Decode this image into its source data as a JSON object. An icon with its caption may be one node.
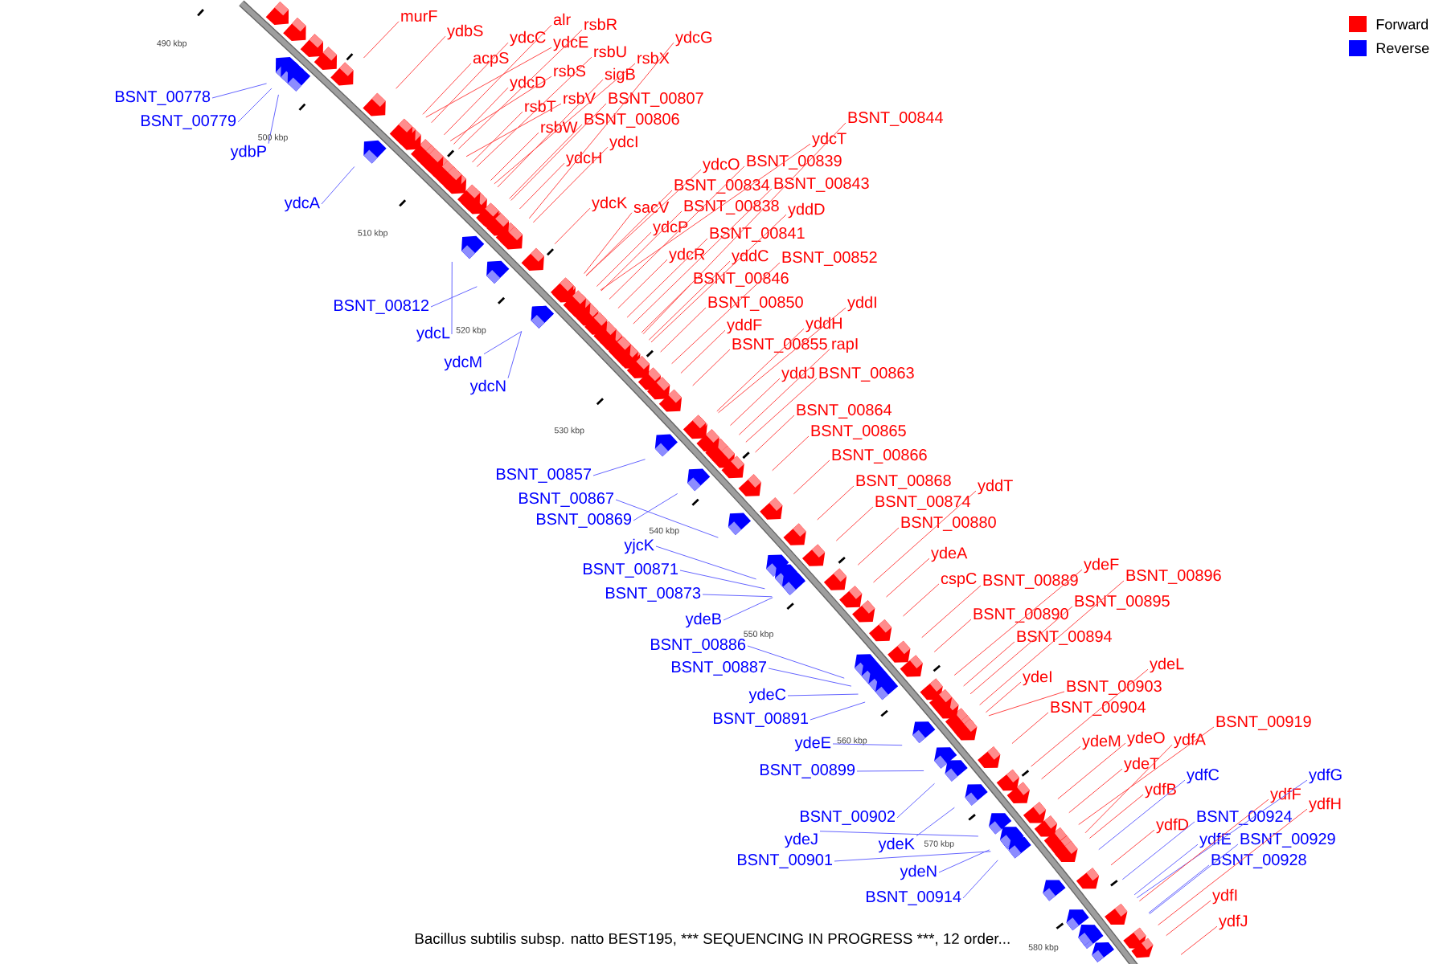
{
  "diagram": {
    "caption": "Bacillus subtilis subsp. natto BEST195, *** SEQUENCING IN PROGRESS ***, 12 order...",
    "nodes": [
      {
        "text": [
          "murF"
        ]
      },
      {
        "text": [
          "alr"
        ]
      },
      {
        "text": [
          "rsbR"
        ]
      },
      {
        "text": [
          "ydbS"
        ]
      },
      {
        "text": [
          "ydcC"
        ]
      },
      {
        "text": [
          "ydcG"
        ]
      },
      {
        "text": [
          "ydcE"
        ]
      },
      {
        "text": [
          "rsbU"
        ]
      },
      {
        "text": [
          "rsbX"
        ]
      },
      {
        "text": [
          "acpS"
        ]
      },
      {
        "text": [
          "rsbS"
        ]
      },
      {
        "text": [
          "sigB"
        ]
      },
      {
        "text": [
          "ydcD"
        ]
      },
      {
        "text": [
          "BSNT_00778"
        ]
      },
      {
        "text": [
          "rsbV"
        ]
      },
      {
        "text": [
          "BSNT_00807"
        ]
      },
      {
        "text": [
          "rsbT"
        ]
      },
      {
        "text": [
          "BSNT_00844"
        ]
      },
      {
        "text": [
          "BSNT_00806"
        ]
      },
      {
        "text": [
          "BSNT_00779"
        ]
      },
      {
        "text": [
          "rsbW"
        ]
      },
      {
        "text": [
          "ydcT"
        ]
      },
      {
        "text": [
          "ydcI"
        ]
      },
      {
        "text": [
          "ydbP"
        ]
      },
      {
        "text": [
          "ydcH"
        ]
      },
      {
        "text": [
          "BSNT_00839"
        ]
      },
      {
        "text": [
          "ydcO"
        ]
      },
      {
        "text": [
          "BSNT_00843"
        ]
      },
      {
        "text": [
          "BSNT_00834"
        ]
      },
      {
        "text": [
          "ydcK"
        ]
      },
      {
        "text": [
          "ydcA"
        ]
      },
      {
        "text": [
          "sacV"
        ]
      },
      {
        "text": [
          "BSNT_00838"
        ]
      },
      {
        "text": [
          "yddD"
        ]
      },
      {
        "text": [
          "ydcP"
        ]
      },
      {
        "text": [
          "BSNT_00841"
        ]
      },
      {
        "text": [
          "ydcR"
        ]
      },
      {
        "text": [
          "yddC"
        ]
      },
      {
        "text": [
          "BSNT_00852"
        ]
      },
      {
        "text": [
          "BSNT_00846"
        ]
      },
      {
        "text": [
          "BSNT_00850"
        ]
      },
      {
        "text": [
          "yddI"
        ]
      },
      {
        "text": [
          "BSNT_00812"
        ]
      },
      {
        "text": [
          "yddH"
        ]
      },
      {
        "text": [
          "yddF"
        ]
      },
      {
        "text": [
          "ydcL"
        ]
      },
      {
        "text": [
          "BSNT_00855"
        ]
      },
      {
        "text": [
          "rapI"
        ]
      },
      {
        "text": [
          "ydcM"
        ]
      },
      {
        "text": [
          "yddJ"
        ]
      },
      {
        "text": [
          "BSNT_00863"
        ]
      },
      {
        "text": [
          "ydcN"
        ]
      },
      {
        "text": [
          "BSNT_00864"
        ]
      },
      {
        "text": [
          "BSNT_00865"
        ]
      },
      {
        "text": [
          "BSNT_00866"
        ]
      },
      {
        "text": [
          "BSNT_00857"
        ]
      },
      {
        "text": [
          "BSNT_00868"
        ]
      },
      {
        "text": [
          "yddT"
        ]
      },
      {
        "text": [
          "BSNT_00867"
        ]
      },
      {
        "text": [
          "BSNT_00874"
        ]
      },
      {
        "text": [
          "BSNT_00869"
        ]
      },
      {
        "text": [
          "BSNT_00880"
        ]
      },
      {
        "text": [
          "yjcK"
        ]
      },
      {
        "text": [
          "ydeA"
        ]
      },
      {
        "text": [
          "ydeF"
        ]
      },
      {
        "text": [
          "BSNT_00871"
        ]
      },
      {
        "text": [
          "BSNT_00896"
        ]
      },
      {
        "text": [
          "cspC"
        ]
      },
      {
        "text": [
          "BSNT_00889"
        ]
      },
      {
        "text": [
          "BSNT_00873"
        ]
      },
      {
        "text": [
          "BSNT_00895"
        ]
      },
      {
        "text": [
          "BSNT_00890"
        ]
      },
      {
        "text": [
          "ydeB"
        ]
      },
      {
        "text": [
          "BSNT_00894"
        ]
      },
      {
        "text": [
          "BSNT_00886"
        ]
      },
      {
        "text": [
          "ydeL"
        ]
      },
      {
        "text": [
          "BSNT_00887"
        ]
      },
      {
        "text": [
          "ydeI"
        ]
      },
      {
        "text": [
          "BSNT_00903"
        ]
      },
      {
        "text": [
          "ydeC"
        ]
      },
      {
        "text": [
          "BSNT_00904"
        ]
      },
      {
        "text": [
          "BSNT_00891"
        ]
      },
      {
        "text": [
          "BSNT_00919"
        ]
      },
      {
        "text": [
          "ydeO"
        ]
      },
      {
        "text": [
          "ydfA"
        ]
      },
      {
        "text": [
          "ydeM"
        ]
      },
      {
        "text": [
          "ydeE"
        ]
      },
      {
        "text": [
          "ydeT"
        ]
      },
      {
        "text": [
          "BSNT_00899"
        ]
      },
      {
        "text": [
          "ydfC"
        ]
      },
      {
        "text": [
          "ydfG"
        ]
      },
      {
        "text": [
          "ydfB"
        ]
      },
      {
        "text": [
          "ydfF"
        ]
      },
      {
        "text": [
          "ydfH"
        ]
      },
      {
        "text": [
          "BSNT_00902"
        ]
      },
      {
        "text": [
          "BSNT_00924"
        ]
      },
      {
        "text": [
          "ydfD"
        ]
      },
      {
        "text": [
          "ydeJ"
        ]
      },
      {
        "text": [
          "ydfE"
        ]
      },
      {
        "text": [
          "BSNT_00929"
        ]
      },
      {
        "text": [
          "ydeK"
        ]
      },
      {
        "text": [
          "BSNT_00928"
        ]
      },
      {
        "text": [
          "BSNT_00901"
        ]
      },
      {
        "text": [
          "ydeN"
        ]
      },
      {
        "text": [
          "ydfI"
        ]
      },
      {
        "text": [
          "BSNT_00914"
        ]
      },
      {
        "text": [
          "ydfJ"
        ]
      }
    ],
    "edges": [
      {
        "from": 0,
        "to": null,
        "arrow": "none"
      },
      {
        "from": 1,
        "to": null,
        "arrow": "none"
      },
      {
        "from": 2,
        "to": null,
        "arrow": "none"
      },
      {
        "from": 3,
        "to": null,
        "arrow": "none"
      },
      {
        "from": 4,
        "to": null,
        "arrow": "none"
      },
      {
        "from": 5,
        "to": null,
        "arrow": "none"
      },
      {
        "from": 6,
        "to": null,
        "arrow": "none"
      },
      {
        "from": 7,
        "to": null,
        "arrow": "none"
      },
      {
        "from": 8,
        "to": null,
        "arrow": "none"
      },
      {
        "from": 9,
        "to": null,
        "arrow": "none"
      },
      {
        "from": 10,
        "to": null,
        "arrow": "none"
      },
      {
        "from": 11,
        "to": null,
        "arrow": "none"
      },
      {
        "from": 12,
        "to": null,
        "arrow": "none"
      },
      {
        "from": 13,
        "to": null,
        "arrow": "none",
        "color": "#6464ff"
      },
      {
        "from": 14,
        "to": null,
        "arrow": "none"
      },
      {
        "from": 15,
        "to": null,
        "arrow": "none"
      },
      {
        "from": 16,
        "to": null,
        "arrow": "none"
      },
      {
        "from": 17,
        "to": null,
        "arrow": "none"
      },
      {
        "from": 18,
        "to": null,
        "arrow": "none"
      },
      {
        "from": 19,
        "to": null,
        "arrow": "none",
        "color": "#6464ff"
      },
      {
        "from": 20,
        "to": null,
        "arrow": "none"
      },
      {
        "from": 21,
        "to": null,
        "arrow": "none"
      },
      {
        "from": 22,
        "to": null,
        "arrow": "none"
      },
      {
        "from": 23,
        "to": null,
        "arrow": "none",
        "color": "#6464ff"
      },
      {
        "from": 24,
        "to": null,
        "arrow": "none"
      },
      {
        "from": 25,
        "to": null,
        "arrow": "none"
      },
      {
        "from": 26,
        "to": null,
        "arrow": "none"
      },
      {
        "from": 27,
        "to": null,
        "arrow": "none"
      },
      {
        "from": 28,
        "to": null,
        "arrow": "none"
      },
      {
        "from": 29,
        "to": null,
        "arrow": "none"
      },
      {
        "from": 30,
        "to": null,
        "arrow": "none",
        "color": "#6464ff"
      },
      {
        "from": 31,
        "to": null,
        "arrow": "none"
      },
      {
        "from": 32,
        "to": null,
        "arrow": "none"
      },
      {
        "from": 33,
        "to": null,
        "arrow": "none"
      },
      {
        "from": 34,
        "to": null,
        "arrow": "none"
      },
      {
        "from": 35,
        "to": null,
        "arrow": "none"
      },
      {
        "from": 36,
        "to": null,
        "arrow": "none"
      },
      {
        "from": 37,
        "to": null,
        "arrow": "none"
      },
      {
        "from": 38,
        "to": null,
        "arrow": "none"
      },
      {
        "from": 39,
        "to": null,
        "arrow": "none"
      },
      {
        "from": 40,
        "to": null,
        "arrow": "none"
      },
      {
        "from": 41,
        "to": null,
        "arrow": "none"
      },
      {
        "from": 42,
        "to": null,
        "arrow": "none",
        "color": "#6464ff"
      },
      {
        "from": 43,
        "to": null,
        "arrow": "none"
      },
      {
        "from": 44,
        "to": null,
        "arrow": "none"
      },
      {
        "from": 45,
        "to": null,
        "arrow": "none",
        "color": "#6464ff"
      },
      {
        "from": 46,
        "to": null,
        "arrow": "none"
      },
      {
        "from": 47,
        "to": null,
        "arrow": "none"
      },
      {
        "from": 48,
        "to": null,
        "arrow": "none",
        "color": "#6464ff"
      },
      {
        "from": 49,
        "to": null,
        "arrow": "none"
      },
      {
        "from": 50,
        "to": null,
        "arrow": "none"
      },
      {
        "from": 51,
        "to": null,
        "arrow": "none",
        "color": "#6464ff"
      },
      {
        "from": 52,
        "to": null,
        "arrow": "none"
      },
      {
        "from": 53,
        "to": null,
        "arrow": "none"
      },
      {
        "from": 54,
        "to": null,
        "arrow": "none"
      },
      {
        "from": 55,
        "to": null,
        "arrow": "none",
        "color": "#6464ff"
      },
      {
        "from": 56,
        "to": null,
        "arrow": "none"
      },
      {
        "from": 57,
        "to": null,
        "arrow": "none"
      },
      {
        "from": 58,
        "to": null,
        "arrow": "none",
        "color": "#6464ff"
      },
      {
        "from": 59,
        "to": null,
        "arrow": "none"
      },
      {
        "from": 60,
        "to": null,
        "arrow": "none",
        "color": "#6464ff"
      },
      {
        "from": 61,
        "to": null,
        "arrow": "none"
      },
      {
        "from": 62,
        "to": null,
        "arrow": "none",
        "color": "#6464ff"
      },
      {
        "from": 63,
        "to": null,
        "arrow": "none"
      },
      {
        "from": 64,
        "to": null,
        "arrow": "none"
      },
      {
        "from": 65,
        "to": null,
        "arrow": "none",
        "color": "#6464ff"
      },
      {
        "from": 66,
        "to": null,
        "arrow": "none"
      },
      {
        "from": 67,
        "to": null,
        "arrow": "none"
      },
      {
        "from": 68,
        "to": null,
        "arrow": "none"
      },
      {
        "from": 69,
        "to": null,
        "arrow": "none",
        "color": "#6464ff"
      },
      {
        "from": 70,
        "to": null,
        "arrow": "none"
      },
      {
        "from": 71,
        "to": null,
        "arrow": "none"
      },
      {
        "from": 72,
        "to": null,
        "arrow": "none",
        "color": "#6464ff"
      },
      {
        "from": 73,
        "to": null,
        "arrow": "none"
      },
      {
        "from": 74,
        "to": null,
        "arrow": "none",
        "color": "#6464ff"
      },
      {
        "from": 75,
        "to": null,
        "arrow": "none"
      },
      {
        "from": 76,
        "to": null,
        "arrow": "none",
        "color": "#6464ff"
      },
      {
        "from": 77,
        "to": null,
        "arrow": "none"
      },
      {
        "from": 78,
        "to": null,
        "arrow": "none"
      },
      {
        "from": 79,
        "to": null,
        "arrow": "none",
        "color": "#6464ff"
      },
      {
        "from": 80,
        "to": null,
        "arrow": "none"
      },
      {
        "from": 81,
        "to": null,
        "arrow": "none",
        "color": "#6464ff"
      },
      {
        "from": 82,
        "to": null,
        "arrow": "none"
      },
      {
        "from": 83,
        "to": null,
        "arrow": "none"
      },
      {
        "from": 84,
        "to": null,
        "arrow": "none"
      },
      {
        "from": 85,
        "to": null,
        "arrow": "none"
      },
      {
        "from": 86,
        "to": null,
        "arrow": "none",
        "color": "#6464ff"
      },
      {
        "from": 87,
        "to": null,
        "arrow": "none"
      },
      {
        "from": 88,
        "to": null,
        "arrow": "none",
        "color": "#6464ff"
      },
      {
        "from": 89,
        "to": null,
        "arrow": "none",
        "color": "#6464ff"
      },
      {
        "from": 90,
        "to": null,
        "arrow": "none",
        "color": "#6464ff"
      },
      {
        "from": 91,
        "to": null,
        "arrow": "none"
      },
      {
        "from": 92,
        "to": null,
        "arrow": "none"
      },
      {
        "from": 93,
        "to": null,
        "arrow": "none"
      },
      {
        "from": 94,
        "to": null,
        "arrow": "none",
        "color": "#6464ff"
      },
      {
        "from": 95,
        "to": null,
        "arrow": "none",
        "color": "#6464ff"
      },
      {
        "from": 96,
        "to": null,
        "arrow": "none"
      },
      {
        "from": 97,
        "to": null,
        "arrow": "none",
        "color": "#6464ff"
      },
      {
        "from": 98,
        "to": null,
        "arrow": "none",
        "color": "#6464ff"
      },
      {
        "from": 99,
        "to": null,
        "arrow": "none",
        "color": "#6464ff"
      },
      {
        "from": 100,
        "to": null,
        "arrow": "none",
        "color": "#6464ff"
      },
      {
        "from": 101,
        "to": null,
        "arrow": "none",
        "color": "#6464ff"
      },
      {
        "from": 102,
        "to": null,
        "arrow": "none",
        "color": "#6464ff"
      },
      {
        "from": 103,
        "to": null,
        "arrow": "none",
        "color": "#6464ff"
      },
      {
        "from": 104,
        "to": null,
        "arrow": "none"
      },
      {
        "from": 105,
        "to": null,
        "arrow": "none",
        "color": "#6464ff"
      },
      {
        "from": 106,
        "to": null,
        "arrow": "none"
      }
    ],
    "labels": [
      "490 kbp",
      "500 kbp",
      "510 kbp",
      "520 kbp",
      "530 kbp",
      "540 kbp",
      "550 kbp",
      "560 kbp",
      "570 kbp",
      "580 kbp"
    ],
    "legend": [
      {
        "text": "Forward",
        "color": "#ff0000"
      },
      {
        "text": "Reverse",
        "color": "#0000ff"
      }
    ]
  }
}
